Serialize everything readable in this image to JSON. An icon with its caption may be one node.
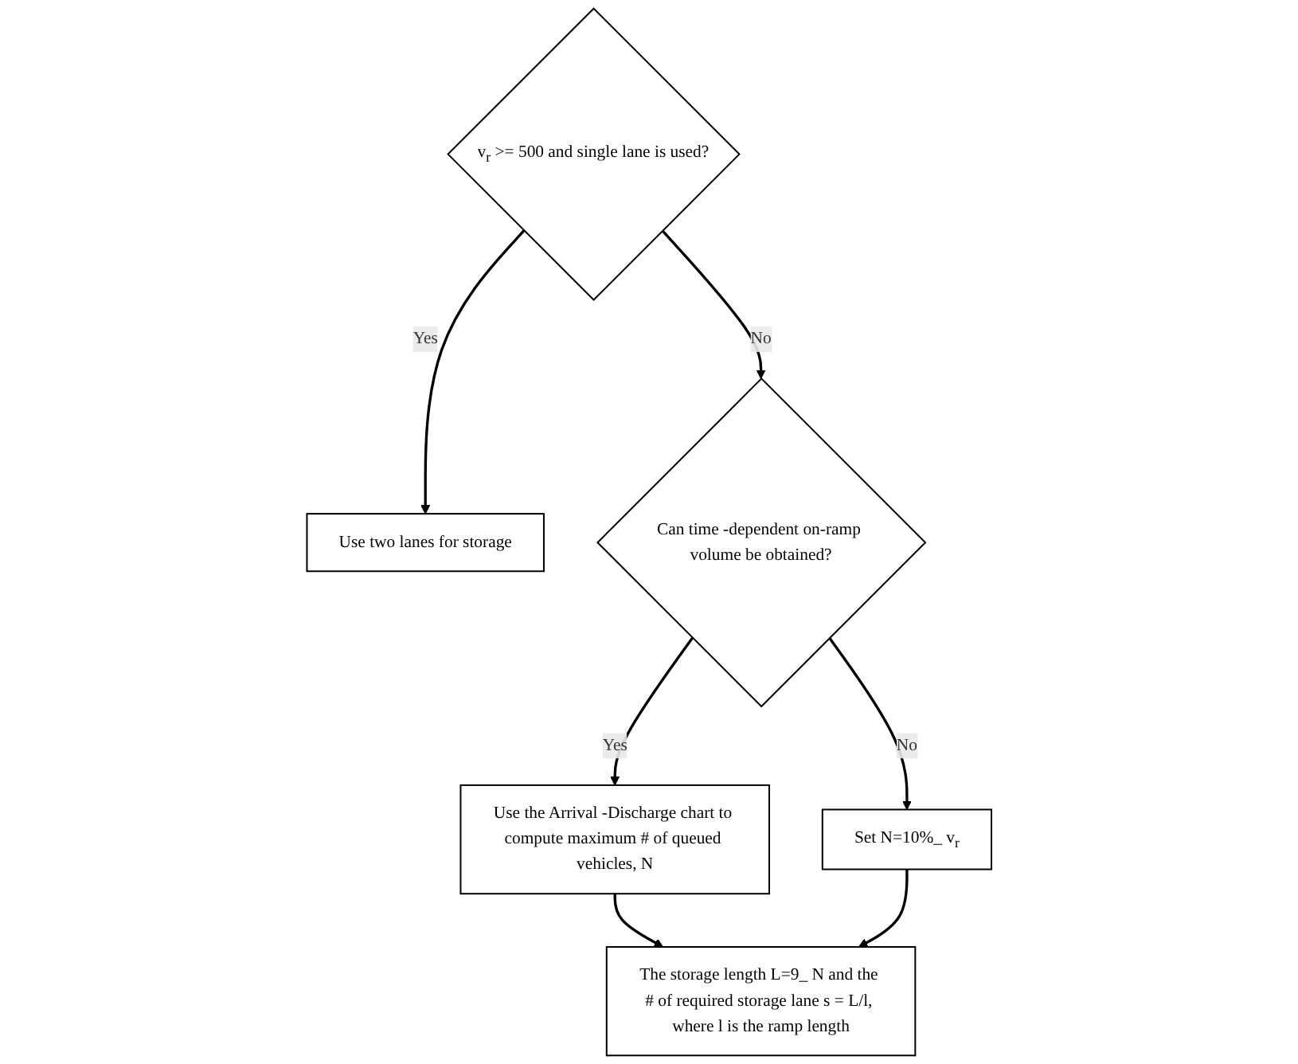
{
  "diagram": {
    "nodes": [
      {
        "text": [
          "v$_{r}$ >= 500 and single lane is used?"
        ]
      },
      {
        "text": [
          "Use two lanes for storage"
        ]
      },
      {
        "text": [
          "Can time -dependent on-ramp volume be obtained?"
        ]
      },
      {
        "text": [
          "Use the Arrival -Discharge chart to compute maximum # of queued vehicles, N"
        ]
      },
      {
        "text": [
          "Set N=10%_ v$_{r}$"
        ]
      },
      {
        "text": [
          "The storage length L=9_ N and the # of required storage lane s = L/l, where l is the ramp length"
        ]
      }
    ],
    "edges": [
      {
        "from": 0,
        "to": 1,
        "arrow": "to",
        "label": "Yes"
      },
      {
        "from": 0,
        "to": 2,
        "arrow": "to",
        "label": "No"
      },
      {
        "from": 2,
        "to": 3,
        "arrow": "to",
        "label": "Yes"
      },
      {
        "from": 2,
        "to": 4,
        "arrow": "to",
        "label": "No"
      },
      {
        "from": 3,
        "to": 5,
        "arrow": "to"
      },
      {
        "from": 4,
        "to": 5,
        "arrow": "to"
      }
    ]
  }
}
